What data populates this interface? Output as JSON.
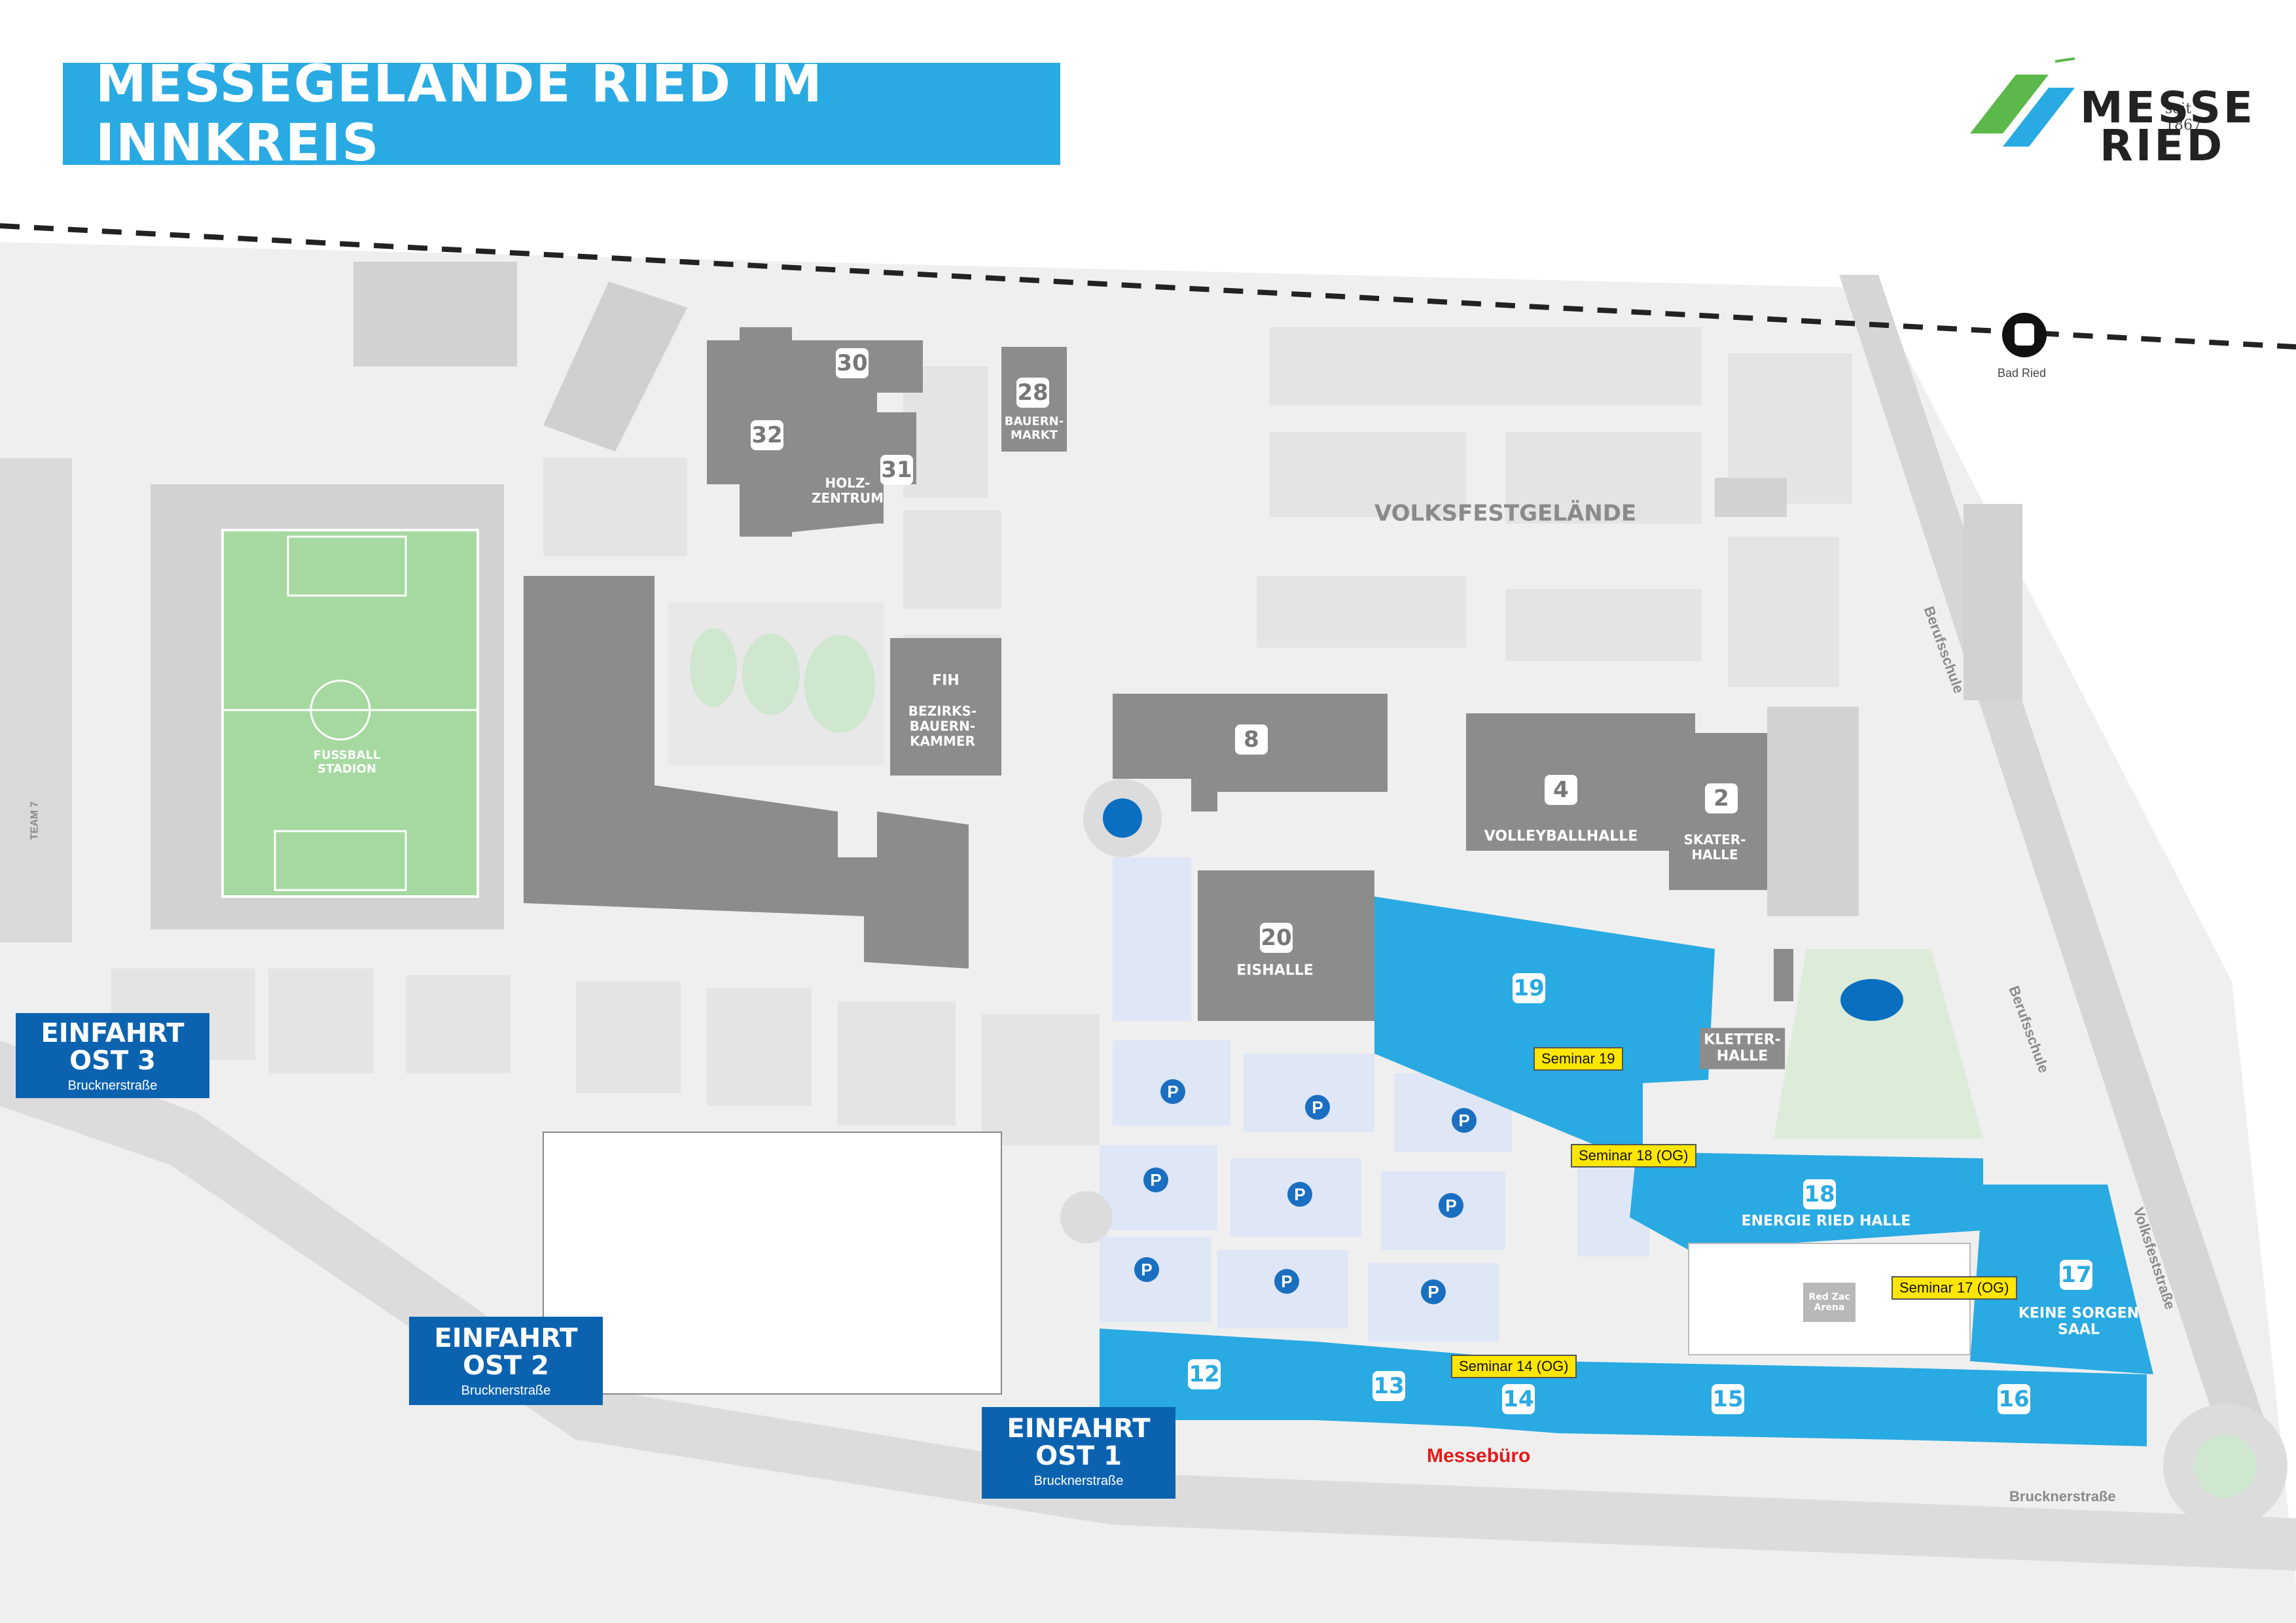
{
  "title": "MESSEGELÄNDE RIED IM INNKREIS",
  "logo": {
    "since": "seit 1867",
    "line1": "MESSE",
    "line2": "RIED"
  },
  "colors": {
    "hall_blue": "#29aae2",
    "entry_blue": "#0b63b0",
    "building_grey": "#8c8c8c",
    "seminar_yellow": "#ffe600",
    "field_green": "#a6d9a0",
    "messebuero_red": "#e21b1b"
  },
  "station": {
    "label": "Bad Ried",
    "icon": "train-icon"
  },
  "areas": {
    "volksfest": "VOLKSFESTGELÄNDE",
    "stadion": "FUSSBALL\nSTADION",
    "holzzentrum": "HOLZ-\nZENTRUM",
    "bauernmarkt": "BAUERN-\nMARKT",
    "fih": "FIH",
    "bezirksbauernkammer": "BEZIRKS-\nBAUERN-\nKAMMER",
    "volleyballhalle": "VOLLEYBALLHALLE",
    "skaterhalle": "SKATER-\nHALLE",
    "eishalle": "EISHALLE",
    "kletterhalle": "KLETTER-\nHALLE",
    "energie_ried_halle": "ENERGIE RIED HALLE",
    "keine_sorgen_saal": "KEINE SORGEN\nSAAL",
    "red_zac_arena": "Red Zac\nArena"
  },
  "numbers": {
    "n30": "30",
    "n32": "32",
    "n31": "31",
    "n28": "28",
    "n8": "8",
    "n4": "4",
    "n2": "2",
    "n20": "20",
    "n19": "19",
    "n18": "18",
    "n17": "17",
    "n12": "12",
    "n13": "13",
    "n14": "14",
    "n15": "15",
    "n16": "16"
  },
  "parking_label": "P",
  "seminars": {
    "s19": "Seminar 19",
    "s18": "Seminar 18 (OG)",
    "s17": "Seminar 17 (OG)",
    "s14": "Seminar 14 (OG)"
  },
  "messebuero": "Messebüro",
  "streets": {
    "berufsschule_1": "Berufsschule",
    "berufsschule_2": "Berufsschule",
    "volksfeststrasse": "Volksfeststraße",
    "brucknerstrasse": "Brucknerstraße",
    "team7": "TEAM 7"
  },
  "entries": {
    "ost3": {
      "title": "EINFAHRT\nOST 3",
      "street": "Brucknerstraße"
    },
    "ost2": {
      "title": "EINFAHRT\nOST 2",
      "street": "Brucknerstraße"
    },
    "ost1": {
      "title": "EINFAHRT\nOST 1",
      "street": "Brucknerstraße"
    }
  }
}
